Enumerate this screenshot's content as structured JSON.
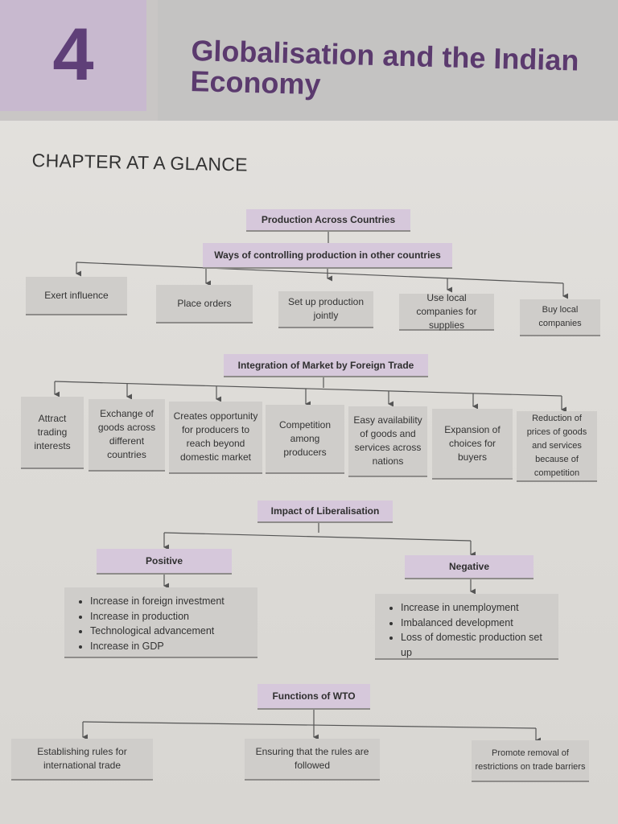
{
  "chapter": {
    "number": "4",
    "title": "Globalisation and the Indian Economy",
    "section_heading": "CHAPTER AT A GLANCE"
  },
  "production": {
    "heading": "Production Across Countries",
    "subheading": "Ways of controlling production in other countries",
    "items": [
      "Exert influence",
      "Place orders",
      "Set up production jointly",
      "Use local companies for supplies",
      "Buy local companies"
    ]
  },
  "integration": {
    "heading": "Integration of Market by Foreign Trade",
    "items": [
      "Attract trading interests",
      "Exchange of goods across different countries",
      "Creates opportunity for producers to reach beyond domestic market",
      "Competition among producers",
      "Easy availability of goods and services across nations",
      "Expansion of choices for buyers",
      "Reduction of prices of goods and services because of competition"
    ]
  },
  "liberalisation": {
    "heading": "Impact of Liberalisation",
    "positive": {
      "label": "Positive",
      "points": [
        "Increase in foreign investment",
        "Increase in production",
        "Technological advancement",
        "Increase in GDP"
      ]
    },
    "negative": {
      "label": "Negative",
      "points": [
        "Increase in unemployment",
        "Imbalanced development",
        "Loss of domestic production set up"
      ]
    }
  },
  "wto": {
    "heading": "Functions of WTO",
    "items": [
      "Establishing rules for international trade",
      "Ensuring that the rules are followed",
      "Promote removal of restrictions on trade barriers"
    ]
  }
}
